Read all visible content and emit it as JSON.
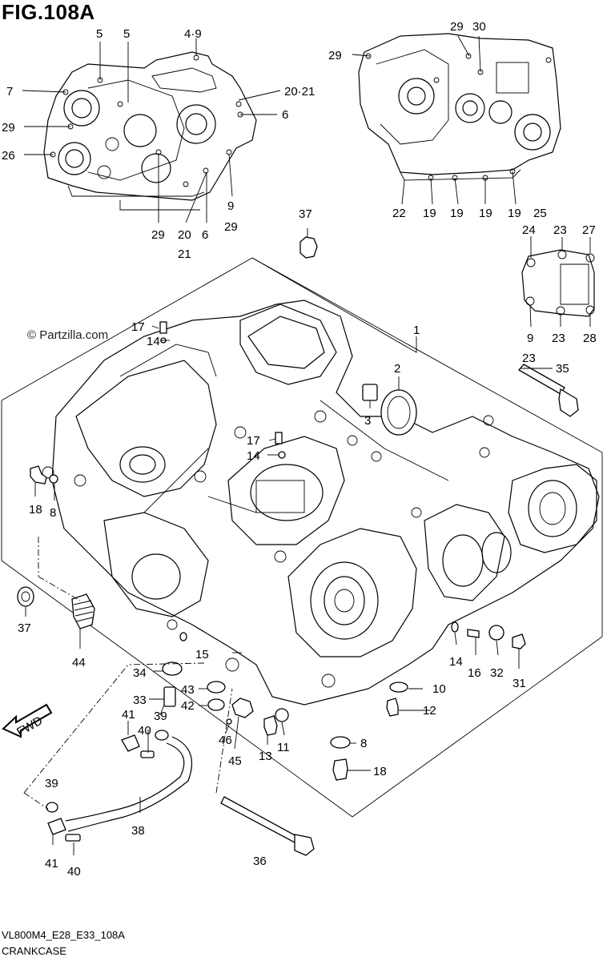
{
  "header": {
    "fig_title": "FIG.108A"
  },
  "footer": {
    "diagram_id": "VL800M4_E28_E33_108A",
    "section_name": "CRANKCASE"
  },
  "watermark": "© Partzilla.com",
  "fwd_label": "FWD",
  "callouts": {
    "top_left": {
      "c5a": "5",
      "c5b": "5",
      "c49": "4·9",
      "c7": "7",
      "c2021": "20·21",
      "c6a": "6",
      "c29": "29",
      "c26": "26",
      "c9": "9",
      "c29b": "29",
      "c29c": "29",
      "c20": "20",
      "c21": "21",
      "c6b": "6"
    },
    "top_right": {
      "c29a": "29",
      "c30": "30",
      "c29b": "29",
      "c22": "22",
      "c19a": "19",
      "c19b": "19",
      "c19c": "19",
      "c19d": "19",
      "c25": "25"
    },
    "cover": {
      "c24": "24",
      "c23a": "23",
      "c27": "27",
      "c9": "9",
      "c23b": "23",
      "c28": "28",
      "c23c": "23"
    },
    "main": {
      "c37a": "37",
      "c1": "1",
      "c17a": "17",
      "c14a": "14",
      "c2": "2",
      "c3": "3",
      "c35": "35",
      "c17b": "17",
      "c14b": "14",
      "c18a": "18",
      "c8a": "8",
      "c37b": "37",
      "c44": "44",
      "c34": "34",
      "c15": "15",
      "c43": "43",
      "c33": "33",
      "c42": "42",
      "c39a": "39",
      "c41a": "41",
      "c40a": "40",
      "c14c": "14",
      "c16": "16",
      "c32": "32",
      "c31": "31",
      "c10": "10",
      "c12": "12",
      "c13": "13",
      "c11": "11",
      "c46": "46",
      "c45": "45",
      "c8b": "8",
      "c18b": "18",
      "c39b": "39",
      "c38": "38",
      "c41b": "41",
      "c40b": "40",
      "c36": "36"
    }
  }
}
